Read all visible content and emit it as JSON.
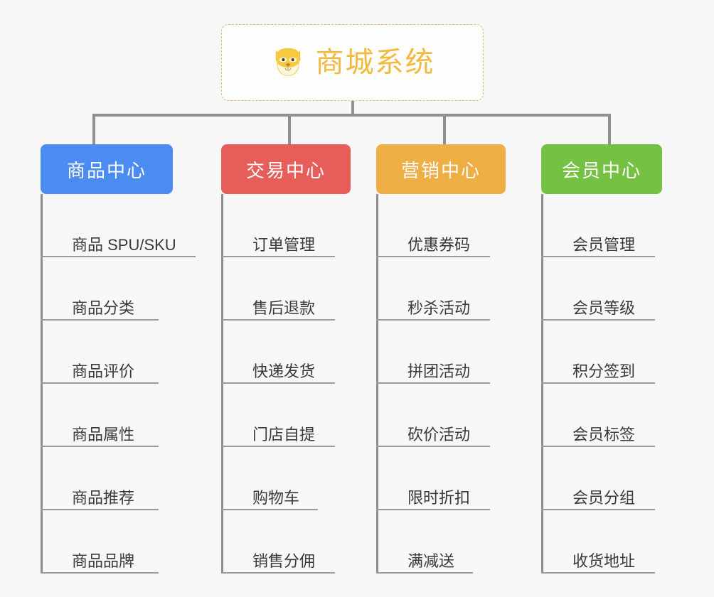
{
  "diagram": {
    "type": "org-chart",
    "background_color": "#f7f7f7",
    "root": {
      "title": "商城系统",
      "icon": "dog-face-icon",
      "text_color": "#f2b93f",
      "border_color": "#e7b96a",
      "border_style": "dashed"
    },
    "connector_color": "#909090",
    "branches": [
      {
        "label": "商品中心",
        "color": "#4a8cf0",
        "items": [
          "商品 SPU/SKU",
          "商品分类",
          "商品评价",
          "商品属性",
          "商品推荐",
          "商品品牌"
        ]
      },
      {
        "label": "交易中心",
        "color": "#e65d5a",
        "items": [
          "订单管理",
          "售后退款",
          "快递发货",
          "门店自提",
          "购物车",
          "销售分佣"
        ]
      },
      {
        "label": "营销中心",
        "color": "#eeae43",
        "items": [
          "优惠券码",
          "秒杀活动",
          "拼团活动",
          "砍价活动",
          "限时折扣",
          "满减送"
        ]
      },
      {
        "label": "会员中心",
        "color": "#75c143",
        "items": [
          "会员管理",
          "会员等级",
          "积分签到",
          "会员标签",
          "会员分组",
          "收货地址"
        ]
      }
    ]
  }
}
